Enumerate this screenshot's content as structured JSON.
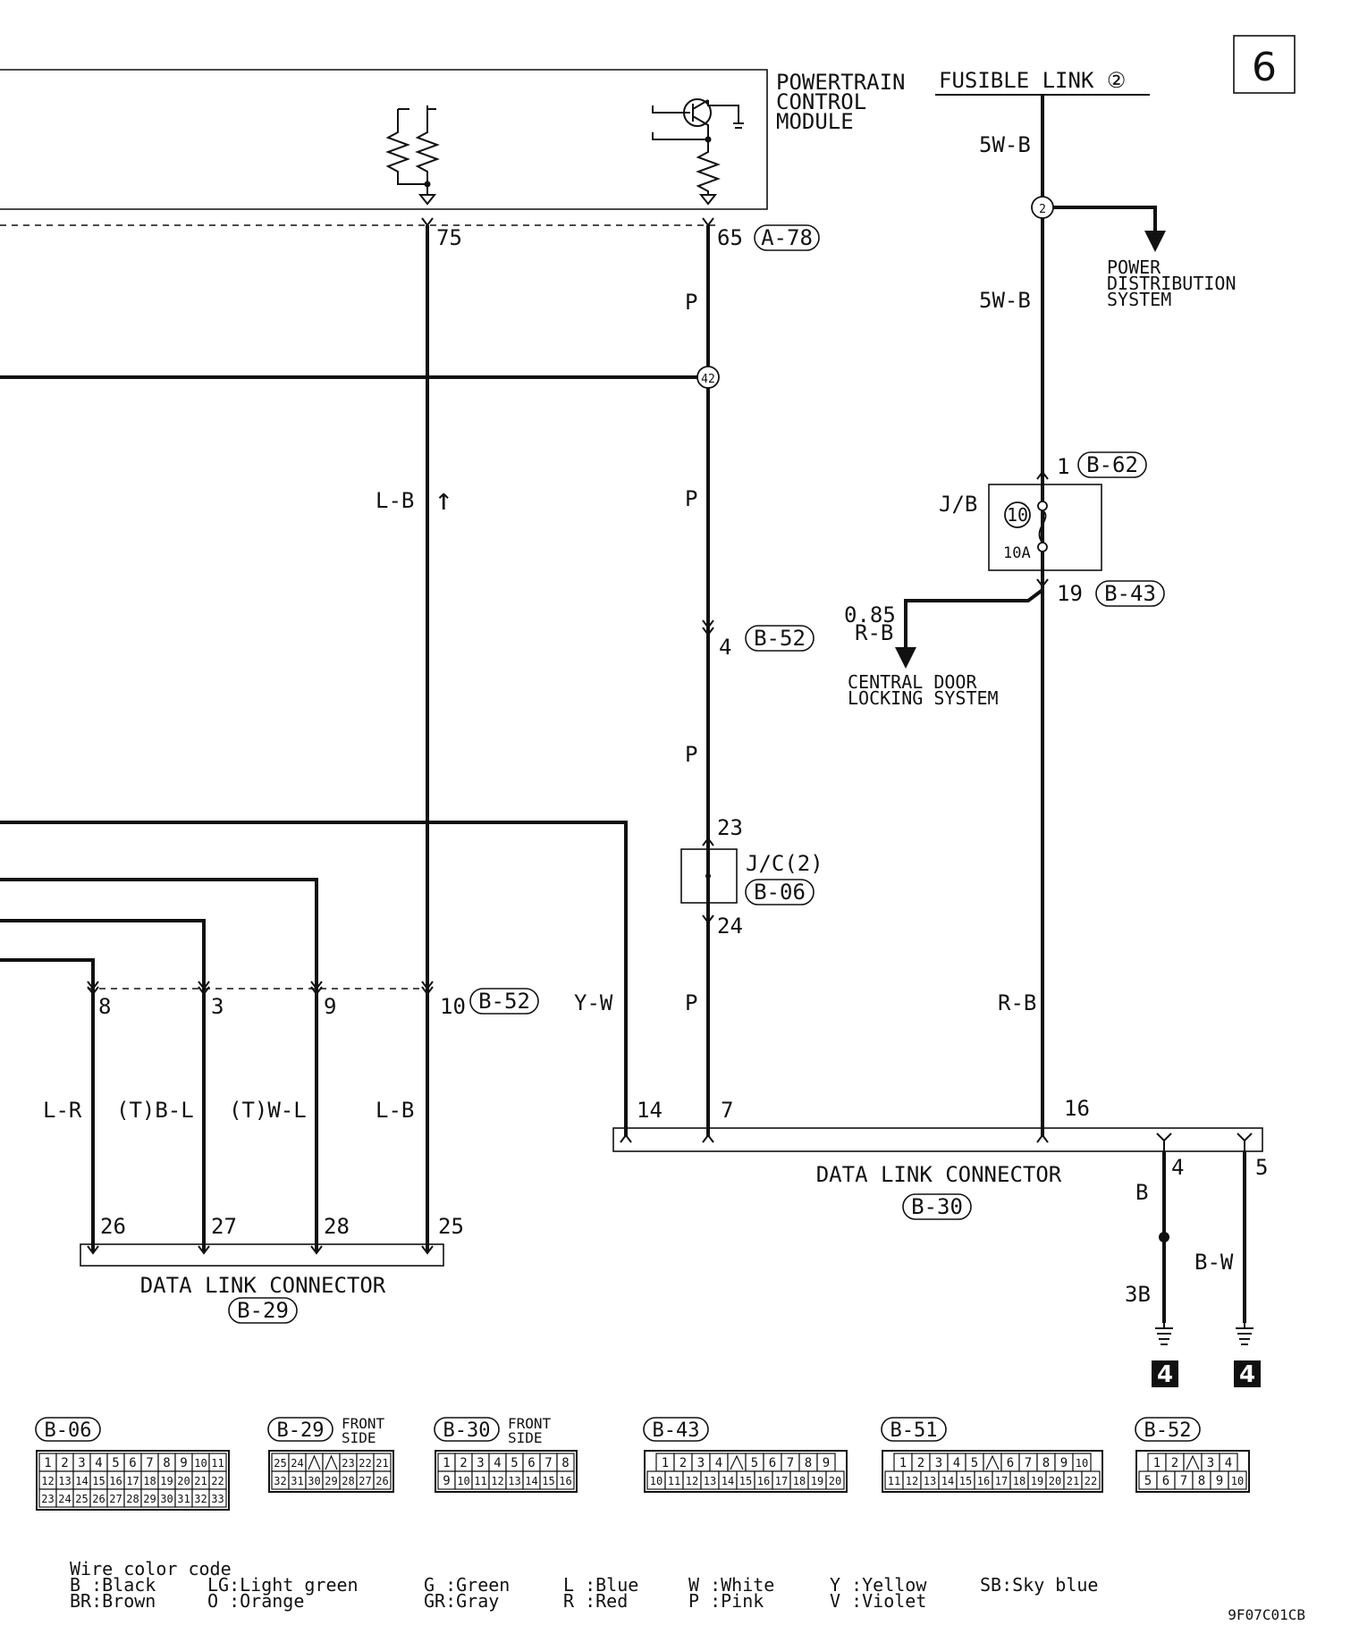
{
  "page": {
    "sheet_number": "6",
    "figure_code": "9F07C01CB"
  },
  "pcm": {
    "title_lines": [
      "POWERTRAIN",
      "CONTROL",
      "MODULE"
    ],
    "pin_75": "75",
    "pin_65": "65",
    "connector": "A-78"
  },
  "fusible": {
    "label": "FUSIBLE LINK ②",
    "wire_top": "5W-B",
    "wire_bottom": "5W-B",
    "splice": "2",
    "branch_lines": [
      "POWER",
      "DISTRIBUTION",
      "SYSTEM"
    ]
  },
  "jb": {
    "label": "J/B",
    "fuse_no": "10",
    "fuse_rating": "10A",
    "pin_in": "1",
    "conn_in": "B-62",
    "pin_out": "19",
    "conn_out": "B-43",
    "branch_wire_lines": [
      "0.85",
      "R-B"
    ],
    "branch_dest_lines": [
      "CENTRAL DOOR",
      "LOCKING SYSTEM"
    ],
    "wire_down": "R-B"
  },
  "pink_wire": {
    "wire1": "P",
    "splice": "42",
    "wire2": "P",
    "pin4": "4",
    "conn4": "B-52",
    "wire3": "P",
    "jc_pin_in": "23",
    "jc_label": "J/C(2)",
    "jc_conn": "B-06",
    "jc_pin_out": "24",
    "wire4": "P"
  },
  "lb_wire": {
    "label": "L-B",
    "arrow": "↑"
  },
  "b52_row": {
    "pins": [
      "8",
      "3",
      "9",
      "10"
    ],
    "conn": "B-52"
  },
  "left_wires": [
    "L-R",
    "(T)B-L",
    "(T)W-L",
    "L-B"
  ],
  "dlc29": {
    "pins": [
      "26",
      "27",
      "28",
      "25"
    ],
    "label": "DATA LINK CONNECTOR",
    "conn": "B-29"
  },
  "dlc30": {
    "wire_yw": "Y-W",
    "pin14": "14",
    "pin7": "7",
    "pin16": "16",
    "pin4": "4",
    "pin5": "5",
    "label": "DATA LINK CONNECTOR",
    "conn": "B-30"
  },
  "grounds": {
    "wire_b": "B",
    "wire_3b": "3B",
    "wire_bw": "B-W",
    "ground_no": "4"
  },
  "connectors": {
    "b06": {
      "name": "B-06",
      "rows": [
        [
          "1",
          "2",
          "3",
          "4",
          "5",
          "6",
          "7",
          "8",
          "9",
          "10",
          "11"
        ],
        [
          "12",
          "13",
          "14",
          "15",
          "16",
          "17",
          "18",
          "19",
          "20",
          "21",
          "22"
        ],
        [
          "23",
          "24",
          "25",
          "26",
          "27",
          "28",
          "29",
          "30",
          "31",
          "32",
          "33"
        ]
      ]
    },
    "b29": {
      "name": "B-29",
      "side_lines": [
        "FRONT",
        "SIDE"
      ],
      "rows": [
        [
          "25",
          "24",
          "",
          "",
          "23",
          "22",
          "21"
        ],
        [
          "32",
          "31",
          "30",
          "29",
          "28",
          "27",
          "26"
        ]
      ]
    },
    "b30": {
      "name": "B-30",
      "side_lines": [
        "FRONT",
        "SIDE"
      ],
      "rows": [
        [
          "1",
          "2",
          "3",
          "4",
          "5",
          "6",
          "7",
          "8"
        ],
        [
          "9",
          "10",
          "11",
          "12",
          "13",
          "14",
          "15",
          "16"
        ]
      ]
    },
    "b43": {
      "name": "B-43",
      "rows": [
        [
          "1",
          "2",
          "3",
          "4",
          "",
          "5",
          "6",
          "7",
          "8",
          "9"
        ],
        [
          "10",
          "11",
          "12",
          "13",
          "14",
          "15",
          "16",
          "17",
          "18",
          "19",
          "20"
        ]
      ]
    },
    "b51": {
      "name": "B-51",
      "rows": [
        [
          "1",
          "2",
          "3",
          "4",
          "5",
          "",
          "6",
          "7",
          "8",
          "9",
          "10"
        ],
        [
          "11",
          "12",
          "13",
          "14",
          "15",
          "16",
          "17",
          "18",
          "19",
          "20",
          "21",
          "22"
        ]
      ]
    },
    "b52": {
      "name": "B-52",
      "rows": [
        [
          "1",
          "2",
          "",
          "3",
          "4"
        ],
        [
          "5",
          "6",
          "7",
          "8",
          "9",
          "10"
        ]
      ]
    }
  },
  "legend": {
    "title": "Wire color code",
    "rows": [
      [
        "B :Black",
        "LG:Light green",
        "G :Green",
        "L :Blue",
        "W :White",
        "Y :Yellow",
        "SB:Sky blue"
      ],
      [
        "BR:Brown",
        "O :Orange",
        "GR:Gray",
        "R :Red",
        "P :Pink",
        "V :Violet",
        ""
      ]
    ]
  }
}
